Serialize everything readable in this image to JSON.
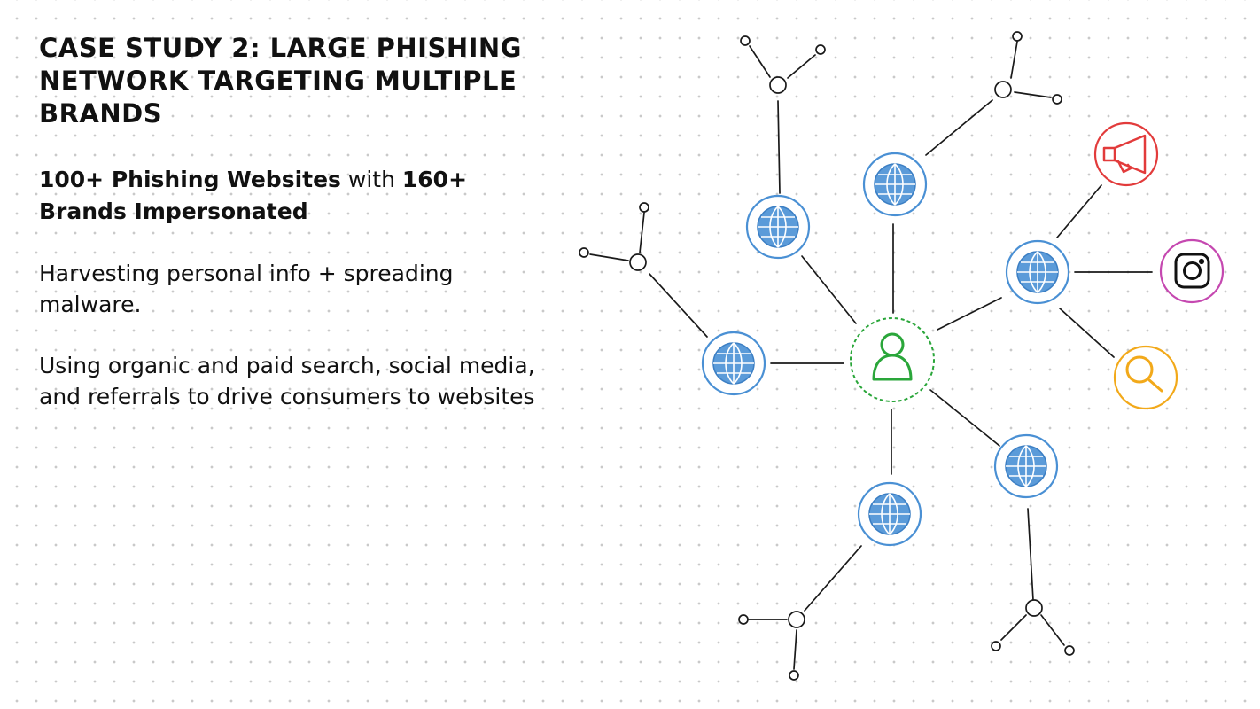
{
  "title": "CASE STUDY 2: LARGE PHISHING NETWORK TARGETING MULTIPLE BRANDS",
  "subtitle": {
    "part1": "100+ Phishing Websites",
    "part2": " with ",
    "part3": "160+ Brands Impersonated"
  },
  "paragraphs": [
    "Harvesting personal info + spreading malware.",
    "Using organic and paid search, social media, and referrals to drive consumers to websites"
  ],
  "diagram": {
    "center_icon": "user-icon",
    "site_icon": "globe-icon",
    "channel_icons": [
      "megaphone-icon",
      "instagram-icon",
      "search-icon"
    ],
    "colors": {
      "user": "#2aa63a",
      "globe": "#4a90d4",
      "megaphone": "#e23b3b",
      "instagram": "#c548b0",
      "search": "#f2a91a",
      "line": "#1a1a1a"
    }
  }
}
